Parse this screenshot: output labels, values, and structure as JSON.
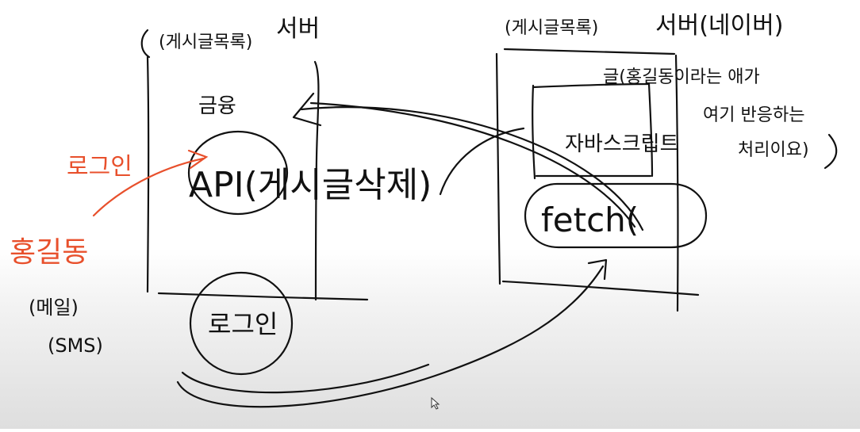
{
  "left_panel": {
    "header_note": "(게시글목록)",
    "header_title": "서버",
    "top_label": "금융",
    "api_label": "API(게시글삭제)",
    "bottom_circle_label": "로그인"
  },
  "right_panel": {
    "header_note": "(게시글목록)",
    "header_title": "서버(네이버)",
    "note_line1": "글(홍길동이라는 애가",
    "note_line2": "여기 반응하는",
    "note_line3": "처리이요)",
    "inner_box_label": "자바스크립트",
    "fetch_label": "fetch("
  },
  "side_notes": {
    "login_label": "로그인",
    "user_name": "홍길동",
    "channel_1": "(메일)",
    "channel_2": "(SMS)"
  },
  "colors": {
    "ink": "#111111",
    "accent": "#e8502c"
  }
}
